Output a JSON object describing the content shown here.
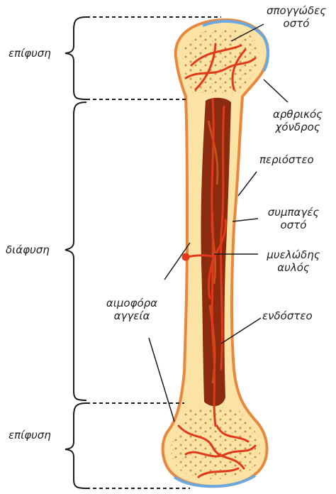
{
  "labels": {
    "epiphysis_top": "επίφυση",
    "diaphysis": "διάφυση",
    "epiphysis_bottom": "επίφυση",
    "spongy_bone": [
      "σπογγώδες",
      "οστό"
    ],
    "articular_cartilage": [
      "αρθρικός",
      "χόνδρος"
    ],
    "periosteum": "περιόστεο",
    "compact_bone": [
      "συμπαγές",
      "οστό"
    ],
    "medullary_cavity": [
      "μυελώδης",
      "αυλός"
    ],
    "blood_vessels": [
      "αιμοφόρα",
      "αγγεία"
    ],
    "endosteum": "ενδόστεο"
  },
  "colors": {
    "bone_fill": "#fbe3a6",
    "bone_outline": "#e8883e",
    "cartilage": "#6aa9e0",
    "marrow": "#8a2a0e",
    "vessel": "#e03a1a",
    "text": "#1c1c1c"
  }
}
